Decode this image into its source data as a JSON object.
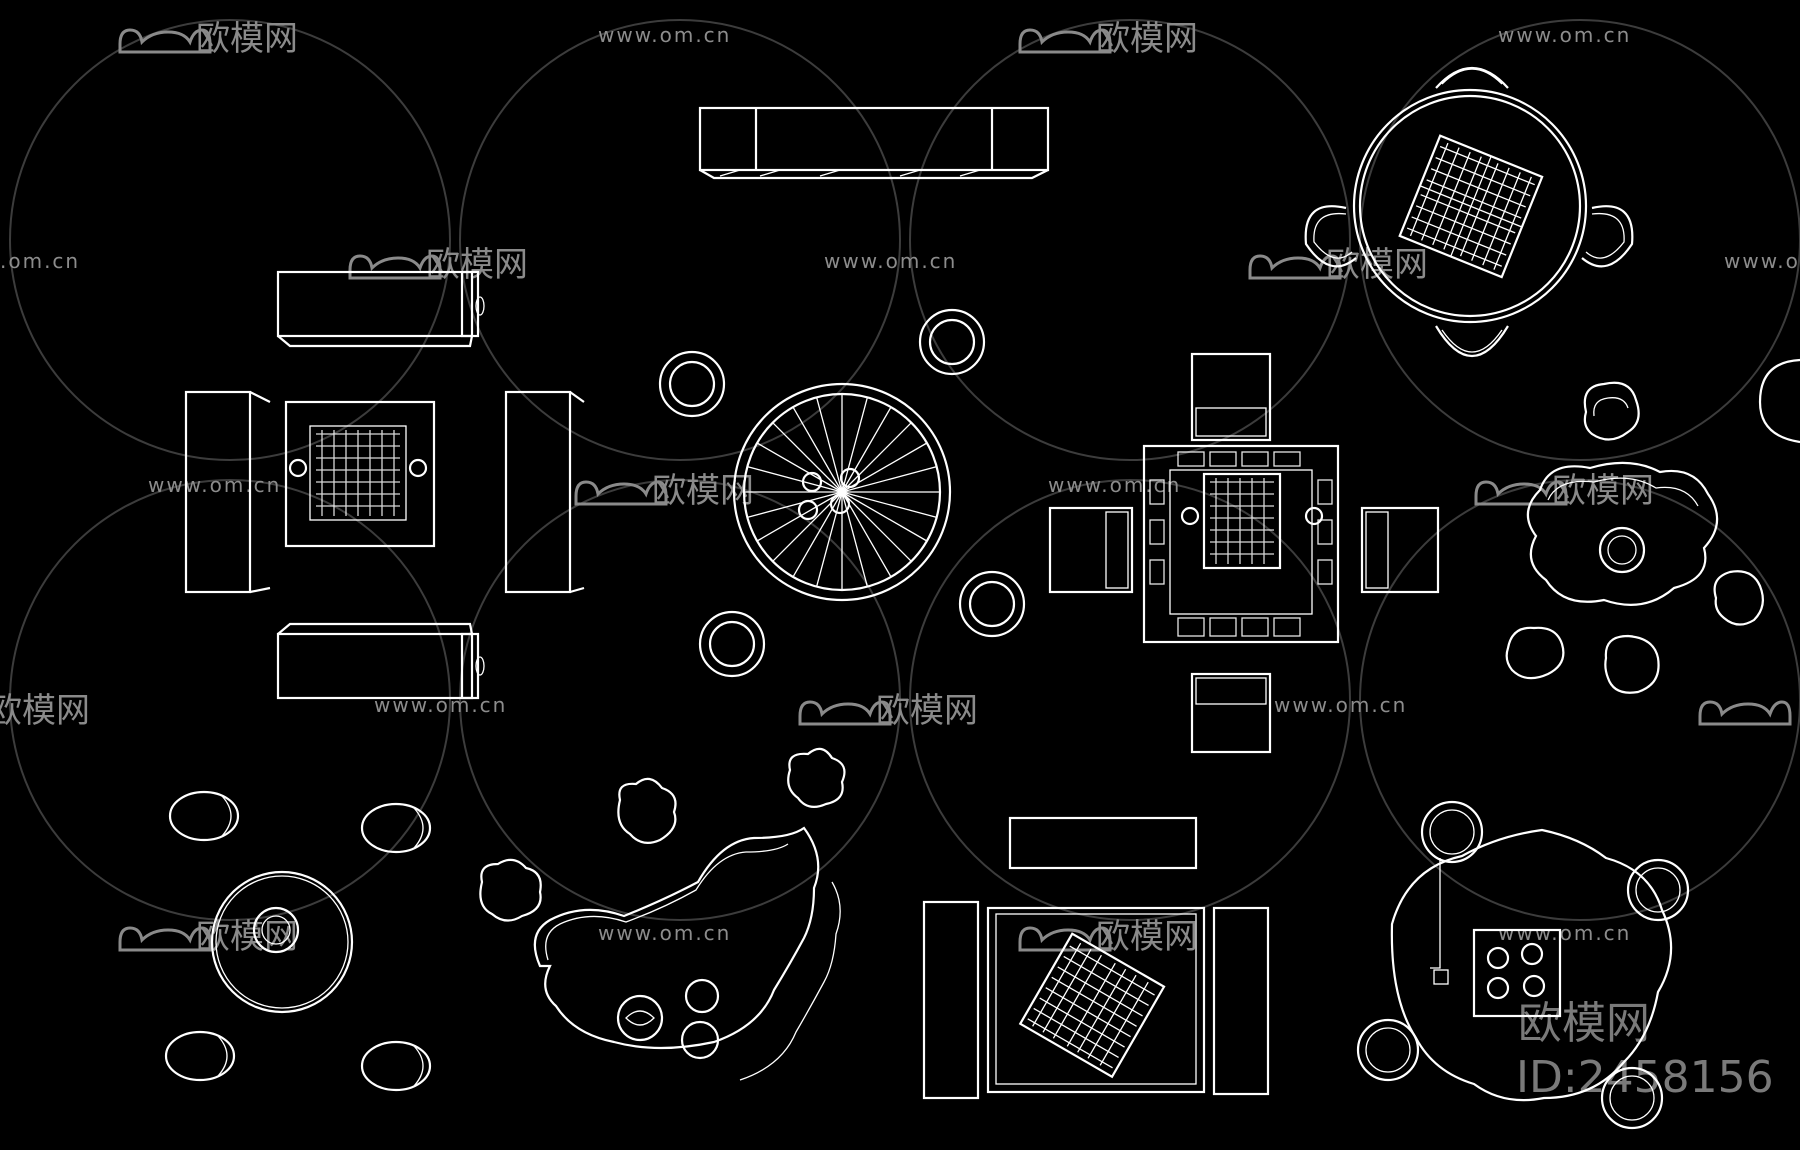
{
  "colors": {
    "background": "#000000",
    "linework": "#ffffff",
    "watermark": "#8c8c8c"
  },
  "watermark": {
    "site_text": "www.om.cn",
    "site_text_partial": ".om.cn",
    "brand_text": "欧模网",
    "brand_text_partial": "欧模网",
    "brand_icon": "sofa-icon",
    "corner_brand": "欧模网",
    "corner_id": "ID:2458156"
  }
}
